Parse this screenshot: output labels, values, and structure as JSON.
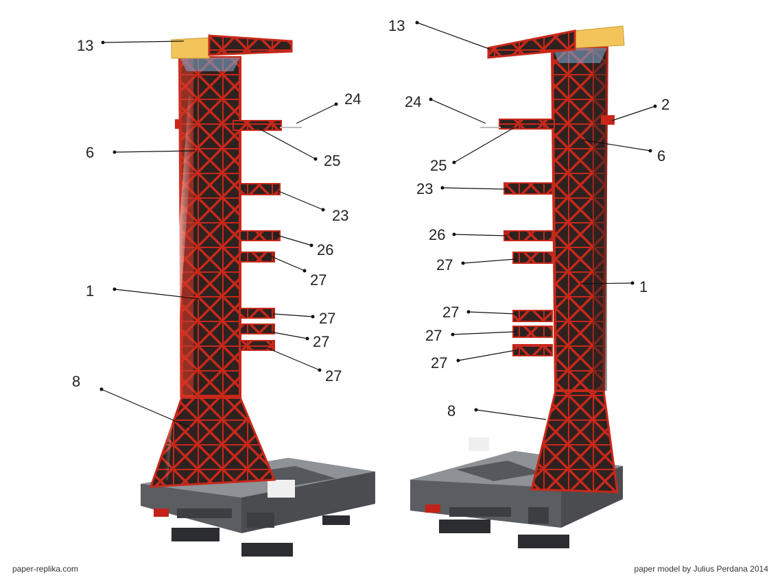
{
  "colors": {
    "truss": "#c8281a",
    "truss_dark": "#3a2a28",
    "crane_yellow": "#f2c45a",
    "base_gray": "#5a5d61",
    "base_top": "#8e9196",
    "base_dark": "#3c3e42",
    "accent_red": "#c22218",
    "hut_white": "#f0f0f0"
  },
  "credits": {
    "left": "paper-replika.com",
    "right": "paper model by Julius Perdana 2014"
  },
  "left_view": {
    "labels": [
      "13",
      "24",
      "6",
      "25",
      "23",
      "26",
      "27",
      "1",
      "27",
      "27",
      "27",
      "8"
    ]
  },
  "right_view": {
    "labels": [
      "13",
      "24",
      "2",
      "25",
      "6",
      "23",
      "26",
      "27",
      "1",
      "27",
      "27",
      "27",
      "8"
    ]
  }
}
